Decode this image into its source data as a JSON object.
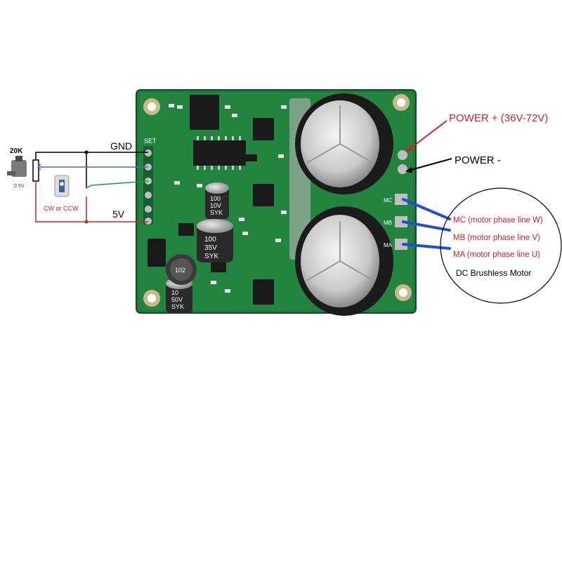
{
  "labels": {
    "pot_value": "20K",
    "pot_range": "0 5V",
    "switch_label": "CW or CCW",
    "gnd": "GND",
    "v5": "5V",
    "power_plus": "POWER +   (36V-72V)",
    "power_minus": "POWER -",
    "mc": "MC (motor phase line W)",
    "mb": "MB (motor phase line V)",
    "ma": "MA (motor phase line U)",
    "motor": "DC Brushless Motor"
  },
  "components": {
    "cap_a": [
      "100",
      "10V",
      "SYK"
    ],
    "cap_b": [
      "100",
      "35V",
      "SYK"
    ],
    "cap_c": [
      "10",
      "50V",
      "SYK"
    ],
    "inductor": "102",
    "silk_header": "SET",
    "silk_mc": "MC",
    "silk_mb": "MB",
    "silk_ma": "MA"
  },
  "colors": {
    "pcb": "#1f7a3a",
    "wire_red": "#d0202a",
    "wire_black": "#000000",
    "wire_blue": "#1e4fd8",
    "wire_green": "#1a9a3a",
    "wire_purple": "#5566bb"
  }
}
